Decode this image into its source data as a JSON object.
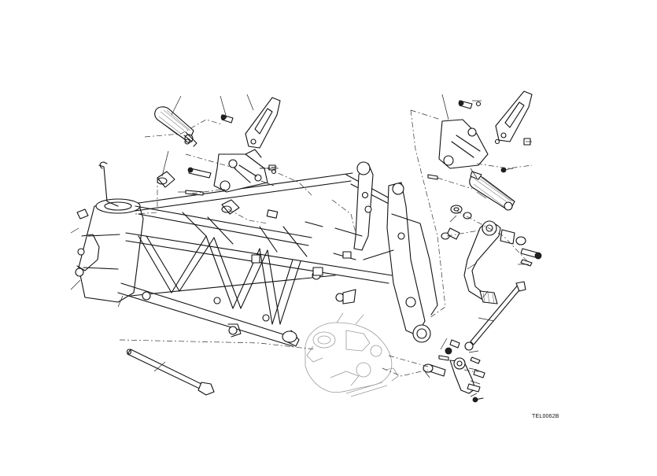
{
  "figure": {
    "reference_code": "TEL0062B"
  },
  "palette": {
    "ink": "#111111",
    "ghost": "#9a9a9a",
    "background": "#ffffff"
  },
  "parts": [
    "main-frame",
    "left-footpeg",
    "left-heel-guard",
    "left-footpeg-bracket",
    "right-heel-guard",
    "right-footpeg-bracket",
    "right-footpeg",
    "rear-brake-pedal",
    "gear-shift-lever",
    "engine-mount-bolt",
    "swingarm-pivot-shaft",
    "engine-outline"
  ]
}
